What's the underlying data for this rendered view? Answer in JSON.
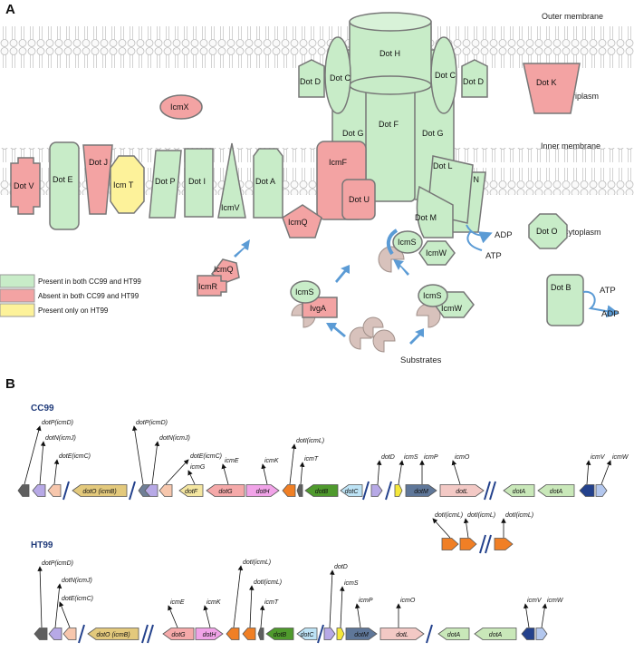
{
  "panels": {
    "a": "A",
    "b": "B"
  },
  "membranes": {
    "outer": "Outer membrane",
    "inner": "Inner membrane",
    "periplasm": "Periplasm",
    "cytoplasm": "Cytoplasm"
  },
  "colors": {
    "present": "#c8ecc8",
    "absent": "#f3a3a3",
    "ht99_only": "#fdf29a"
  },
  "proteins": {
    "dotH": "Dot H",
    "dotC_l": "Dot C",
    "dotD_l": "Dot D",
    "dotC_r": "Dot C",
    "dotD_r": "Dot D",
    "dotK": "Dot K",
    "icmX": "IcmX",
    "dotG_l": "Dot G",
    "dotF": "Dot F",
    "dotG_r": "Dot G",
    "dotV": "Dot V",
    "dotE": "Dot E",
    "dotJ": "Dot J",
    "icmT": "Icm T",
    "dotP": "Dot P",
    "dotI": "Dot I",
    "icmV": "IcmV",
    "dotA": "Dot A",
    "icmF": "IcmF",
    "dotU": "Dot U",
    "icmQ": "IcmQ",
    "dotL": "Dot L",
    "dotN": "Dot N",
    "dotM": "Dot M",
    "icmS": "IcmS",
    "icmW": "IcmW",
    "dotO": "Dot O",
    "dotB": "Dot B",
    "icmQ2": "IcmQ",
    "icmR": "IcmR",
    "icmS2": "IcmS",
    "lvgA": "IvgA",
    "icmS3": "IcmS",
    "icmW2": "IcmW"
  },
  "cofactors": {
    "adp1": "ADP",
    "atp1": "ATP",
    "atp2": "ATP",
    "adp2": "ADP"
  },
  "substrates": "Substrates",
  "legend": [
    {
      "label": "Present in both CC99 and HT99",
      "color": "#c8ecc8"
    },
    {
      "label": "Absent in both CC99 and HT99",
      "color": "#f3a3a3"
    },
    {
      "label": "Present only on HT99",
      "color": "#fdf29a"
    }
  ],
  "strains": {
    "cc99": "CC99",
    "ht99": "HT99"
  },
  "cc99_genes": [
    {
      "label": "dotP(icmD)"
    },
    {
      "label": "dotN(icmJ)"
    },
    {
      "label": "dotE(icmC)"
    },
    {
      "label": "dotO (icmB)"
    },
    {
      "label": "dotP(icmD)"
    },
    {
      "label": "dotN(icmJ)"
    },
    {
      "label": "dotE(icmC)"
    },
    {
      "label": "dotF"
    },
    {
      "label": "icmG"
    },
    {
      "label": "dotG"
    },
    {
      "label": "icmE"
    },
    {
      "label": "dotH"
    },
    {
      "label": "icmK"
    },
    {
      "label": "dotI(icmL)"
    },
    {
      "label": "icmT"
    },
    {
      "label": "dotB"
    },
    {
      "label": "dotC"
    },
    {
      "label": "dotD"
    },
    {
      "label": "icmS"
    },
    {
      "label": "icmP"
    },
    {
      "label": "dotM"
    },
    {
      "label": "icmO"
    },
    {
      "label": "dotL"
    },
    {
      "label": "dotA"
    },
    {
      "label": "dotA"
    },
    {
      "label": "icmV"
    },
    {
      "label": "icmW"
    }
  ],
  "cc99_extra": [
    {
      "label": "dotI(icmL)"
    },
    {
      "label": "dotI(icmL)"
    },
    {
      "label": "dotI(icmL)"
    }
  ],
  "ht99_genes": [
    {
      "label": "dotP(icmD)"
    },
    {
      "label": "dotN(icmJ)"
    },
    {
      "label": "dotE(icmC)"
    },
    {
      "label": "dotO (icmB)"
    },
    {
      "label": "icmE"
    },
    {
      "label": "dotG"
    },
    {
      "label": "icmK"
    },
    {
      "label": "dotH"
    },
    {
      "label": "dotI(icmL)"
    },
    {
      "label": "dotI(icmL)"
    },
    {
      "label": "icmT"
    },
    {
      "label": "dotB"
    },
    {
      "label": "dotC"
    },
    {
      "label": "dotD"
    },
    {
      "label": "icmS"
    },
    {
      "label": "icmP"
    },
    {
      "label": "dotM"
    },
    {
      "label": "icmO"
    },
    {
      "label": "dotL"
    },
    {
      "label": "dotA"
    },
    {
      "label": "dotA"
    },
    {
      "label": "icmV"
    },
    {
      "label": "icmW"
    }
  ]
}
